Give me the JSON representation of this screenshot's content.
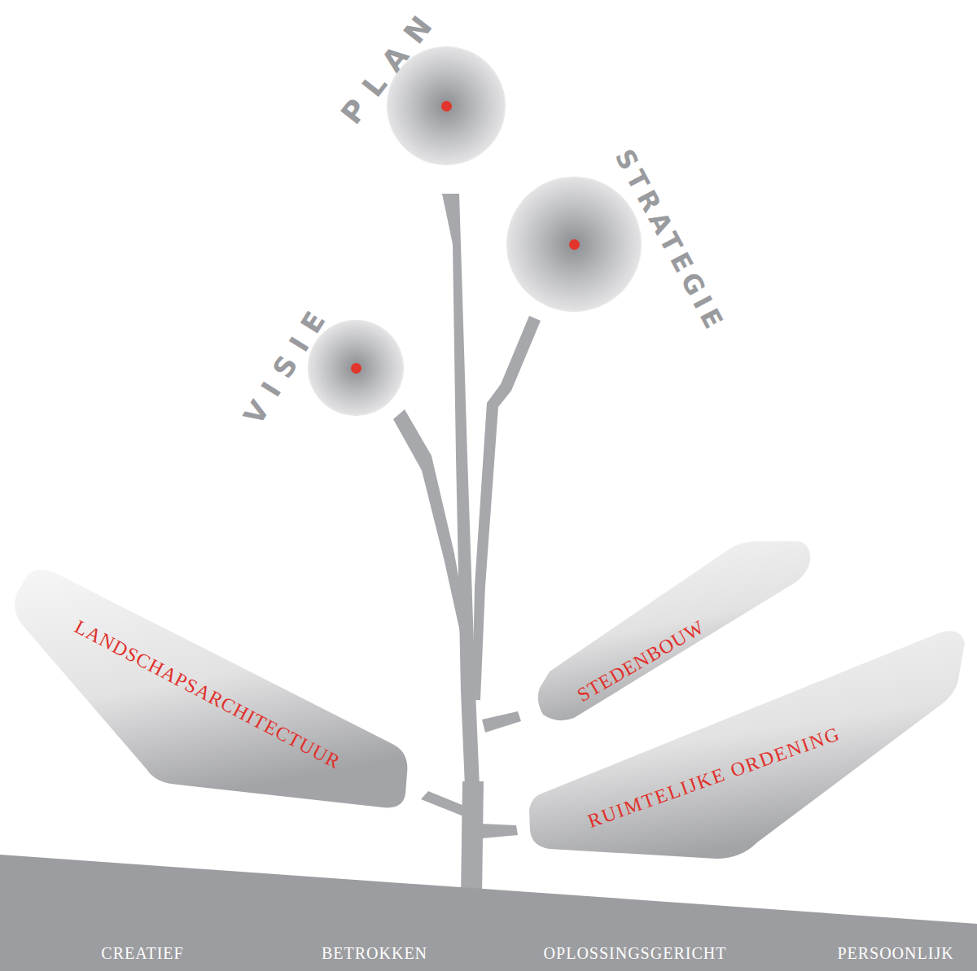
{
  "diagram": {
    "nodes": [
      {
        "text": [
          "PLAN"
        ]
      },
      {
        "text": [
          "STRATEGIE"
        ]
      },
      {
        "text": [
          "VISIE"
        ]
      },
      {
        "text": [
          "LANDSCHAPSARCHITECTUUR"
        ]
      },
      {
        "text": [
          "STEDENBOUW"
        ]
      },
      {
        "text": [
          "RUIMTELIJKE ORDENING"
        ]
      },
      {
        "text": [
          "CREATIEF",
          "BETROKKEN",
          "OPLOSSINGSGERICHT",
          "PERSOONLIJK"
        ]
      }
    ]
  }
}
